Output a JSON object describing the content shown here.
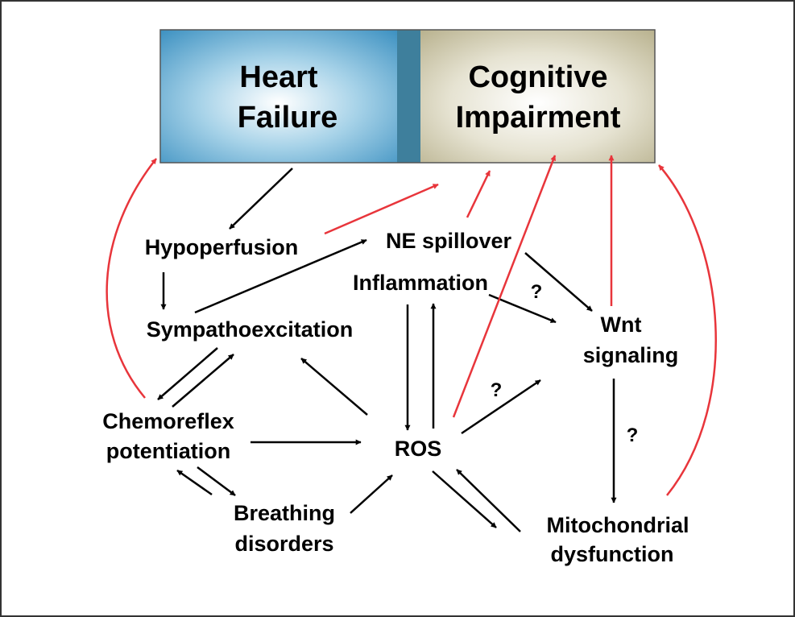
{
  "boxes": {
    "heart_failure": {
      "line1": "Heart",
      "line2": "Failure"
    },
    "cognitive_impairment": {
      "line1": "Cognitive",
      "line2": "Impairment"
    }
  },
  "nodes": {
    "hypoperfusion": "Hypoperfusion",
    "ne_spillover": "NE spillover",
    "inflammation": "Inflammation",
    "sympathoexcitation": "Sympathoexcitation",
    "wnt_line1": "Wnt",
    "wnt_line2": "signaling",
    "chemoreflex_line1": "Chemoreflex",
    "chemoreflex_line2": "potentiation",
    "ros": "ROS",
    "breathing_line1": "Breathing",
    "breathing_line2": "disorders",
    "mito_line1": "Mitochondrial",
    "mito_line2": "dysfunction"
  },
  "question_marks": [
    "?",
    "?",
    "?"
  ],
  "colors": {
    "black_arrow": "#000000",
    "red_arrow": "#e8353b",
    "heart_failure_box": "#3a8fc0",
    "cognitive_box": "#b7b08c",
    "overlap_band": "#3e7f9c",
    "border": "#333333"
  }
}
